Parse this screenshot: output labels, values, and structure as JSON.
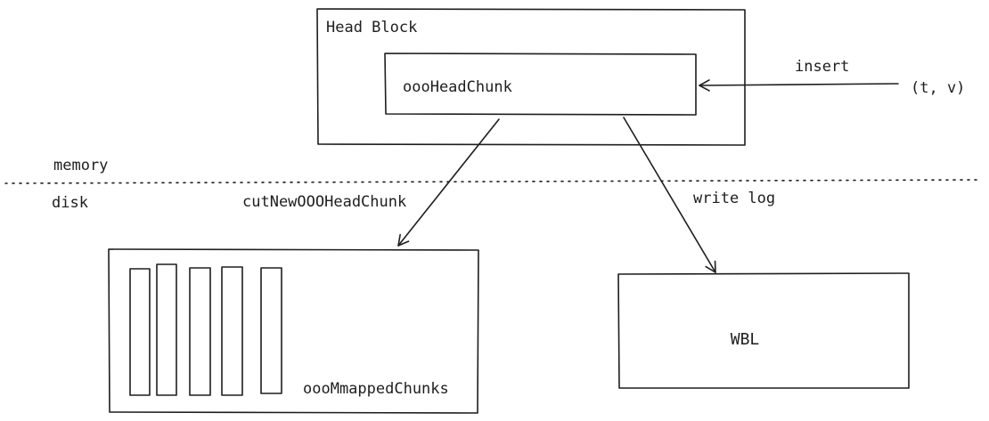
{
  "head_block": {
    "title": "Head Block",
    "inner_chunk": "oooHeadChunk"
  },
  "insert": {
    "label": "insert",
    "sample": "(t, v)"
  },
  "regions": {
    "upper": "memory",
    "lower": "disk"
  },
  "edges": {
    "cut": "cutNewOOOHeadChunk",
    "write": "write log"
  },
  "mmapped": {
    "label": "oooMmappedChunks"
  },
  "wbl": {
    "label": "WBL"
  }
}
